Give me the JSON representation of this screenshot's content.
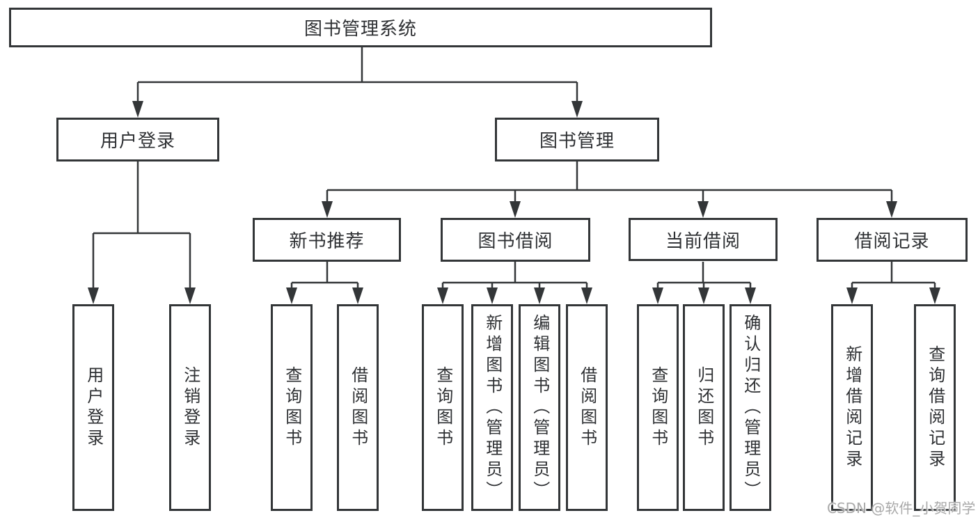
{
  "page": {
    "title": "图书管理系统"
  },
  "diagram": {
    "type": "hierarchy",
    "root": {
      "label": "图书管理系统"
    },
    "level2": [
      {
        "label": "用户登录"
      },
      {
        "label": "图书管理"
      }
    ],
    "level3": [
      {
        "label": "新书推荐",
        "parent": "图书管理"
      },
      {
        "label": "图书借阅",
        "parent": "图书管理"
      },
      {
        "label": "当前借阅",
        "parent": "图书管理"
      },
      {
        "label": "借阅记录",
        "parent": "图书管理"
      }
    ],
    "leaves": [
      {
        "label": "用户登录",
        "parent": "用户登录"
      },
      {
        "label": "注销登录",
        "parent": "用户登录"
      },
      {
        "label": "查询图书",
        "parent": "新书推荐"
      },
      {
        "label": "借阅图书",
        "parent": "新书推荐"
      },
      {
        "label": "查询图书",
        "parent": "图书借阅"
      },
      {
        "label": "新增图书（管理员）",
        "parent": "图书借阅"
      },
      {
        "label": "编辑图书（管理员）",
        "parent": "图书借阅"
      },
      {
        "label": "借阅图书",
        "parent": "图书借阅"
      },
      {
        "label": "查询图书",
        "parent": "当前借阅"
      },
      {
        "label": "归还图书",
        "parent": "当前借阅"
      },
      {
        "label": "确认归还（管理员）",
        "parent": "当前借阅"
      },
      {
        "label": "新增借阅记录",
        "parent": "借阅记录"
      },
      {
        "label": "查询借阅记录",
        "parent": "借阅记录"
      }
    ]
  },
  "watermark": {
    "text": "CSDN @软件_小贺同学"
  },
  "colors": {
    "line": "#333638",
    "text": "#2e3033",
    "box_background": "#ffffff",
    "page_background": "#ffffff",
    "watermark": "#a9a9a9"
  }
}
